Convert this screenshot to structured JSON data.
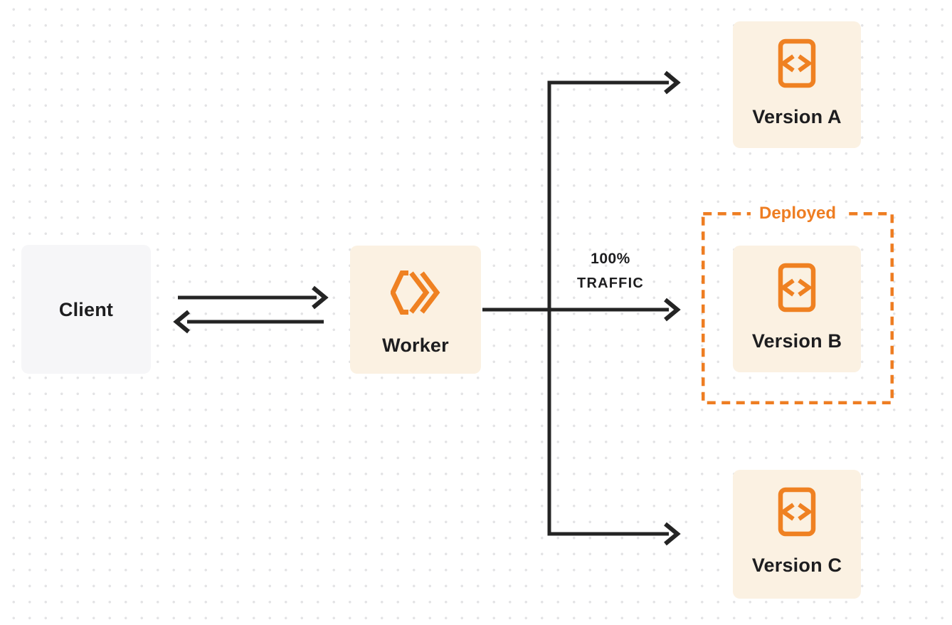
{
  "colors": {
    "accent_orange": "#ef8122",
    "dashed_orange": "#ee7d22",
    "cream_fill": "#fbf1e2",
    "gray_fill": "#f6f6f8",
    "text_dark": "#1d1d1f",
    "arrow_dark": "#242424",
    "dot_grid": "#e3e3e5",
    "background": "#ffffff"
  },
  "nodes": {
    "client": {
      "label": "Client"
    },
    "worker": {
      "label": "Worker",
      "icon": "cloudflare-workers-logo"
    },
    "version_a": {
      "label": "Version A",
      "icon": "code-file-icon"
    },
    "version_b": {
      "label": "Version B",
      "icon": "code-file-icon"
    },
    "version_c": {
      "label": "Version C",
      "icon": "code-file-icon"
    }
  },
  "annotations": {
    "deployed_label": "Deployed",
    "traffic_percent": "100%",
    "traffic_word": "TRAFFIC"
  },
  "edges": [
    {
      "from": "client",
      "to": "worker",
      "style": "arrow-right"
    },
    {
      "from": "worker",
      "to": "client",
      "style": "arrow-left"
    },
    {
      "from": "worker",
      "to": "version_a",
      "style": "elbow-arrow"
    },
    {
      "from": "worker",
      "to": "version_b",
      "style": "straight-arrow",
      "label": "100% TRAFFIC"
    },
    {
      "from": "worker",
      "to": "version_c",
      "style": "elbow-arrow"
    }
  ]
}
